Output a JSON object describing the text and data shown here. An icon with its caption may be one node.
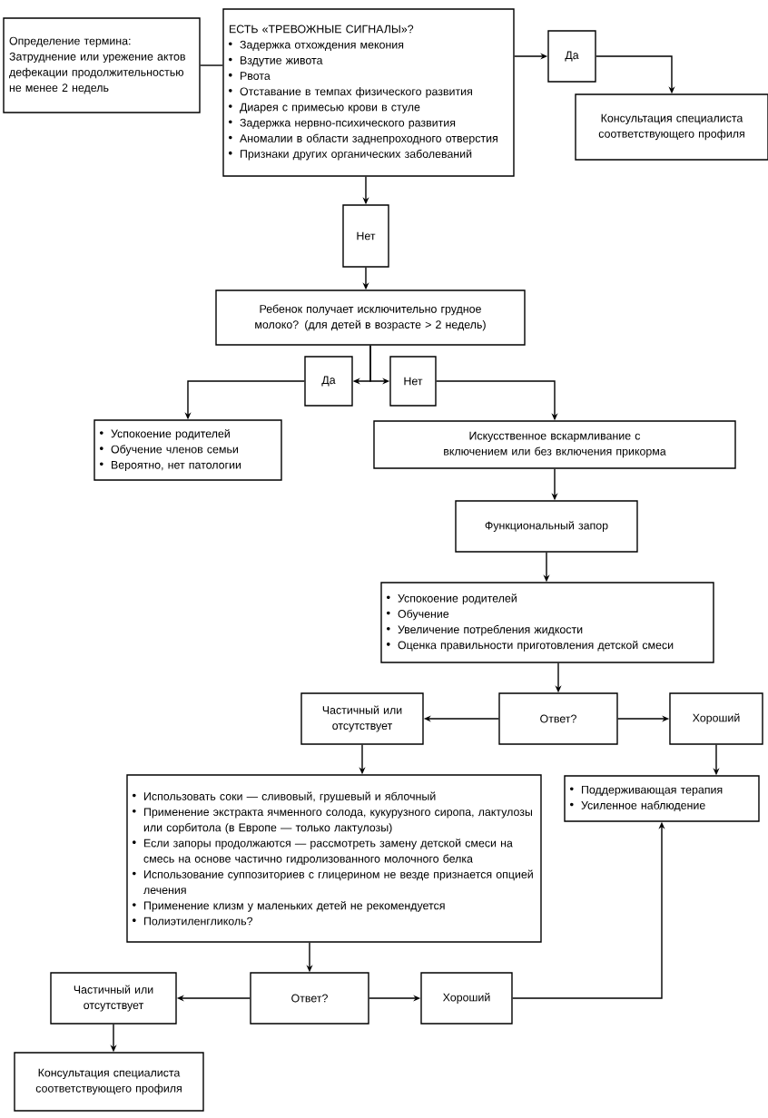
{
  "diagram": {
    "nodes": [
      {
        "text": [
          "Определение термина:",
          "Затруднение или урежение актов дефекации продолжительностью не менее 2 недель"
        ]
      },
      {
        "text": [
          "ЕСТЬ «ТРЕВОЖНЫЕ СИГНАЛЫ»?",
          "Задержка отхождения мекония",
          "Вздутие живота",
          "Рвота",
          "Отставание в темпах физического развития",
          "Диарея с примесью крови в стуле",
          "Задержка нервно-психического развития",
          "Аномалии в области заднепроходного отверстия",
          "Признаки других органических заболеваний"
        ]
      },
      {
        "text": [
          "Да"
        ]
      },
      {
        "text": [
          "Консультация специалиста соответствующего профиля"
        ]
      },
      {
        "text": [
          "Нет"
        ]
      },
      {
        "text": [
          "Ребенок получает исключительно грудное молоко? (для детей в возрасте > 2 недель)"
        ]
      },
      {
        "text": [
          "Да"
        ]
      },
      {
        "text": [
          "Нет"
        ]
      },
      {
        "text": [
          "Успокоение родителей",
          "Обучение членов семьи",
          "Вероятно, нет патологии"
        ]
      },
      {
        "text": [
          "Искусственное вскармливание с включением или без включения прикорма"
        ]
      },
      {
        "text": [
          "Функциональный запор"
        ]
      },
      {
        "text": [
          "Успокоение родителей",
          "Обучение",
          "Увеличение потребления жидкости",
          "Оценка правильности приготовления детской смеси"
        ]
      },
      {
        "text": [
          "Частичный или отсутствует"
        ]
      },
      {
        "text": [
          "Ответ?"
        ]
      },
      {
        "text": [
          "Хороший"
        ]
      },
      {
        "text": [
          "Использовать соки — сливовый, грушевый и яблочный",
          "Применение экстракта ячменного солода, кукурузного сиропа, лактулозы или сорбитола (в Европе — только лактулозы)",
          "Если запоры продолжаются — рассмотреть замену детской смеси на смесь на основе частично гидролизованного молочного белка",
          "Использование суппозиториев с глицерином не везде признается опцией лечения",
          "Применение клизм у маленьких детей не рекомендуется",
          "Полиэтиленгликоль?"
        ]
      },
      {
        "text": [
          "Поддерживающая терапия",
          "Усиленное наблюдение"
        ]
      },
      {
        "text": [
          "Частичный или отсутствует"
        ]
      },
      {
        "text": [
          "Ответ?"
        ]
      },
      {
        "text": [
          "Хороший"
        ]
      },
      {
        "text": [
          "Консультация специалиста соответствующего профиля"
        ]
      }
    ],
    "edges": [
      {
        "from": 0,
        "to": 1,
        "arrow": "none"
      },
      {
        "from": 1,
        "to": 2,
        "arrow": "to"
      },
      {
        "from": 2,
        "to": 3,
        "arrow": "to"
      },
      {
        "from": 1,
        "to": 4,
        "arrow": "to"
      },
      {
        "from": 4,
        "to": 5,
        "arrow": "to"
      },
      {
        "from": 5,
        "to": 6,
        "arrow": "to"
      },
      {
        "from": 5,
        "to": 7,
        "arrow": "to"
      },
      {
        "from": 6,
        "to": 8,
        "arrow": "to"
      },
      {
        "from": 7,
        "to": 9,
        "arrow": "to"
      },
      {
        "from": 9,
        "to": 10,
        "arrow": "to"
      },
      {
        "from": 10,
        "to": 11,
        "arrow": "to"
      },
      {
        "from": 11,
        "to": 13,
        "arrow": "to"
      },
      {
        "from": 13,
        "to": 12,
        "arrow": "to"
      },
      {
        "from": 13,
        "to": 14,
        "arrow": "to"
      },
      {
        "from": 12,
        "to": 15,
        "arrow": "to"
      },
      {
        "from": 14,
        "to": 16,
        "arrow": "to"
      },
      {
        "from": 15,
        "to": 18,
        "arrow": "to"
      },
      {
        "from": 18,
        "to": 17,
        "arrow": "to"
      },
      {
        "from": 18,
        "to": 19,
        "arrow": "to"
      },
      {
        "from": 19,
        "to": 16,
        "arrow": "to"
      },
      {
        "from": 17,
        "to": 20,
        "arrow": "to"
      }
    ]
  }
}
